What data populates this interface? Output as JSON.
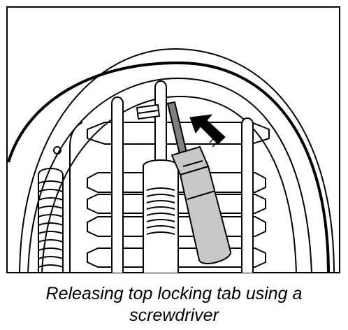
{
  "figure": {
    "caption_lines": [
      "Releasing top locking tab using a",
      "screwdriver"
    ],
    "illustration_description_icon": "screwdriver-releasing-locking-tab",
    "colors": {
      "line": "#000000",
      "background": "#ffffff",
      "screwdriver_handle": "#c8c8c8",
      "screwdriver_shaft": "#808080"
    }
  }
}
